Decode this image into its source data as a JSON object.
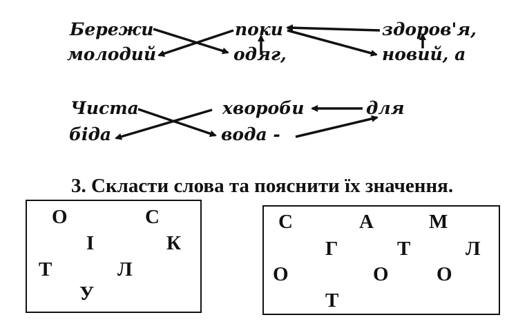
{
  "puzzle1": {
    "r1c1": "Бережи",
    "r1c2": "поки",
    "r1c3": "здоров'я,",
    "r2c1": "молодий",
    "r2c2": "одяг,",
    "r2c3": "новий, а"
  },
  "puzzle2": {
    "r1c1": "Чиста",
    "r1c2": "хвороби",
    "r1c3": "для",
    "r2c1": "біда",
    "r2c2": "вода -"
  },
  "task3": {
    "heading": "3. Скласти слова та пояснити їх значення."
  },
  "box1": {
    "letters": [
      "О",
      "С",
      "І",
      "К",
      "Т",
      "Л",
      "У"
    ]
  },
  "box2": {
    "letters": [
      "С",
      "А",
      "М",
      "Г",
      "Т",
      "Л",
      "О",
      "О",
      "О",
      "Т"
    ]
  }
}
